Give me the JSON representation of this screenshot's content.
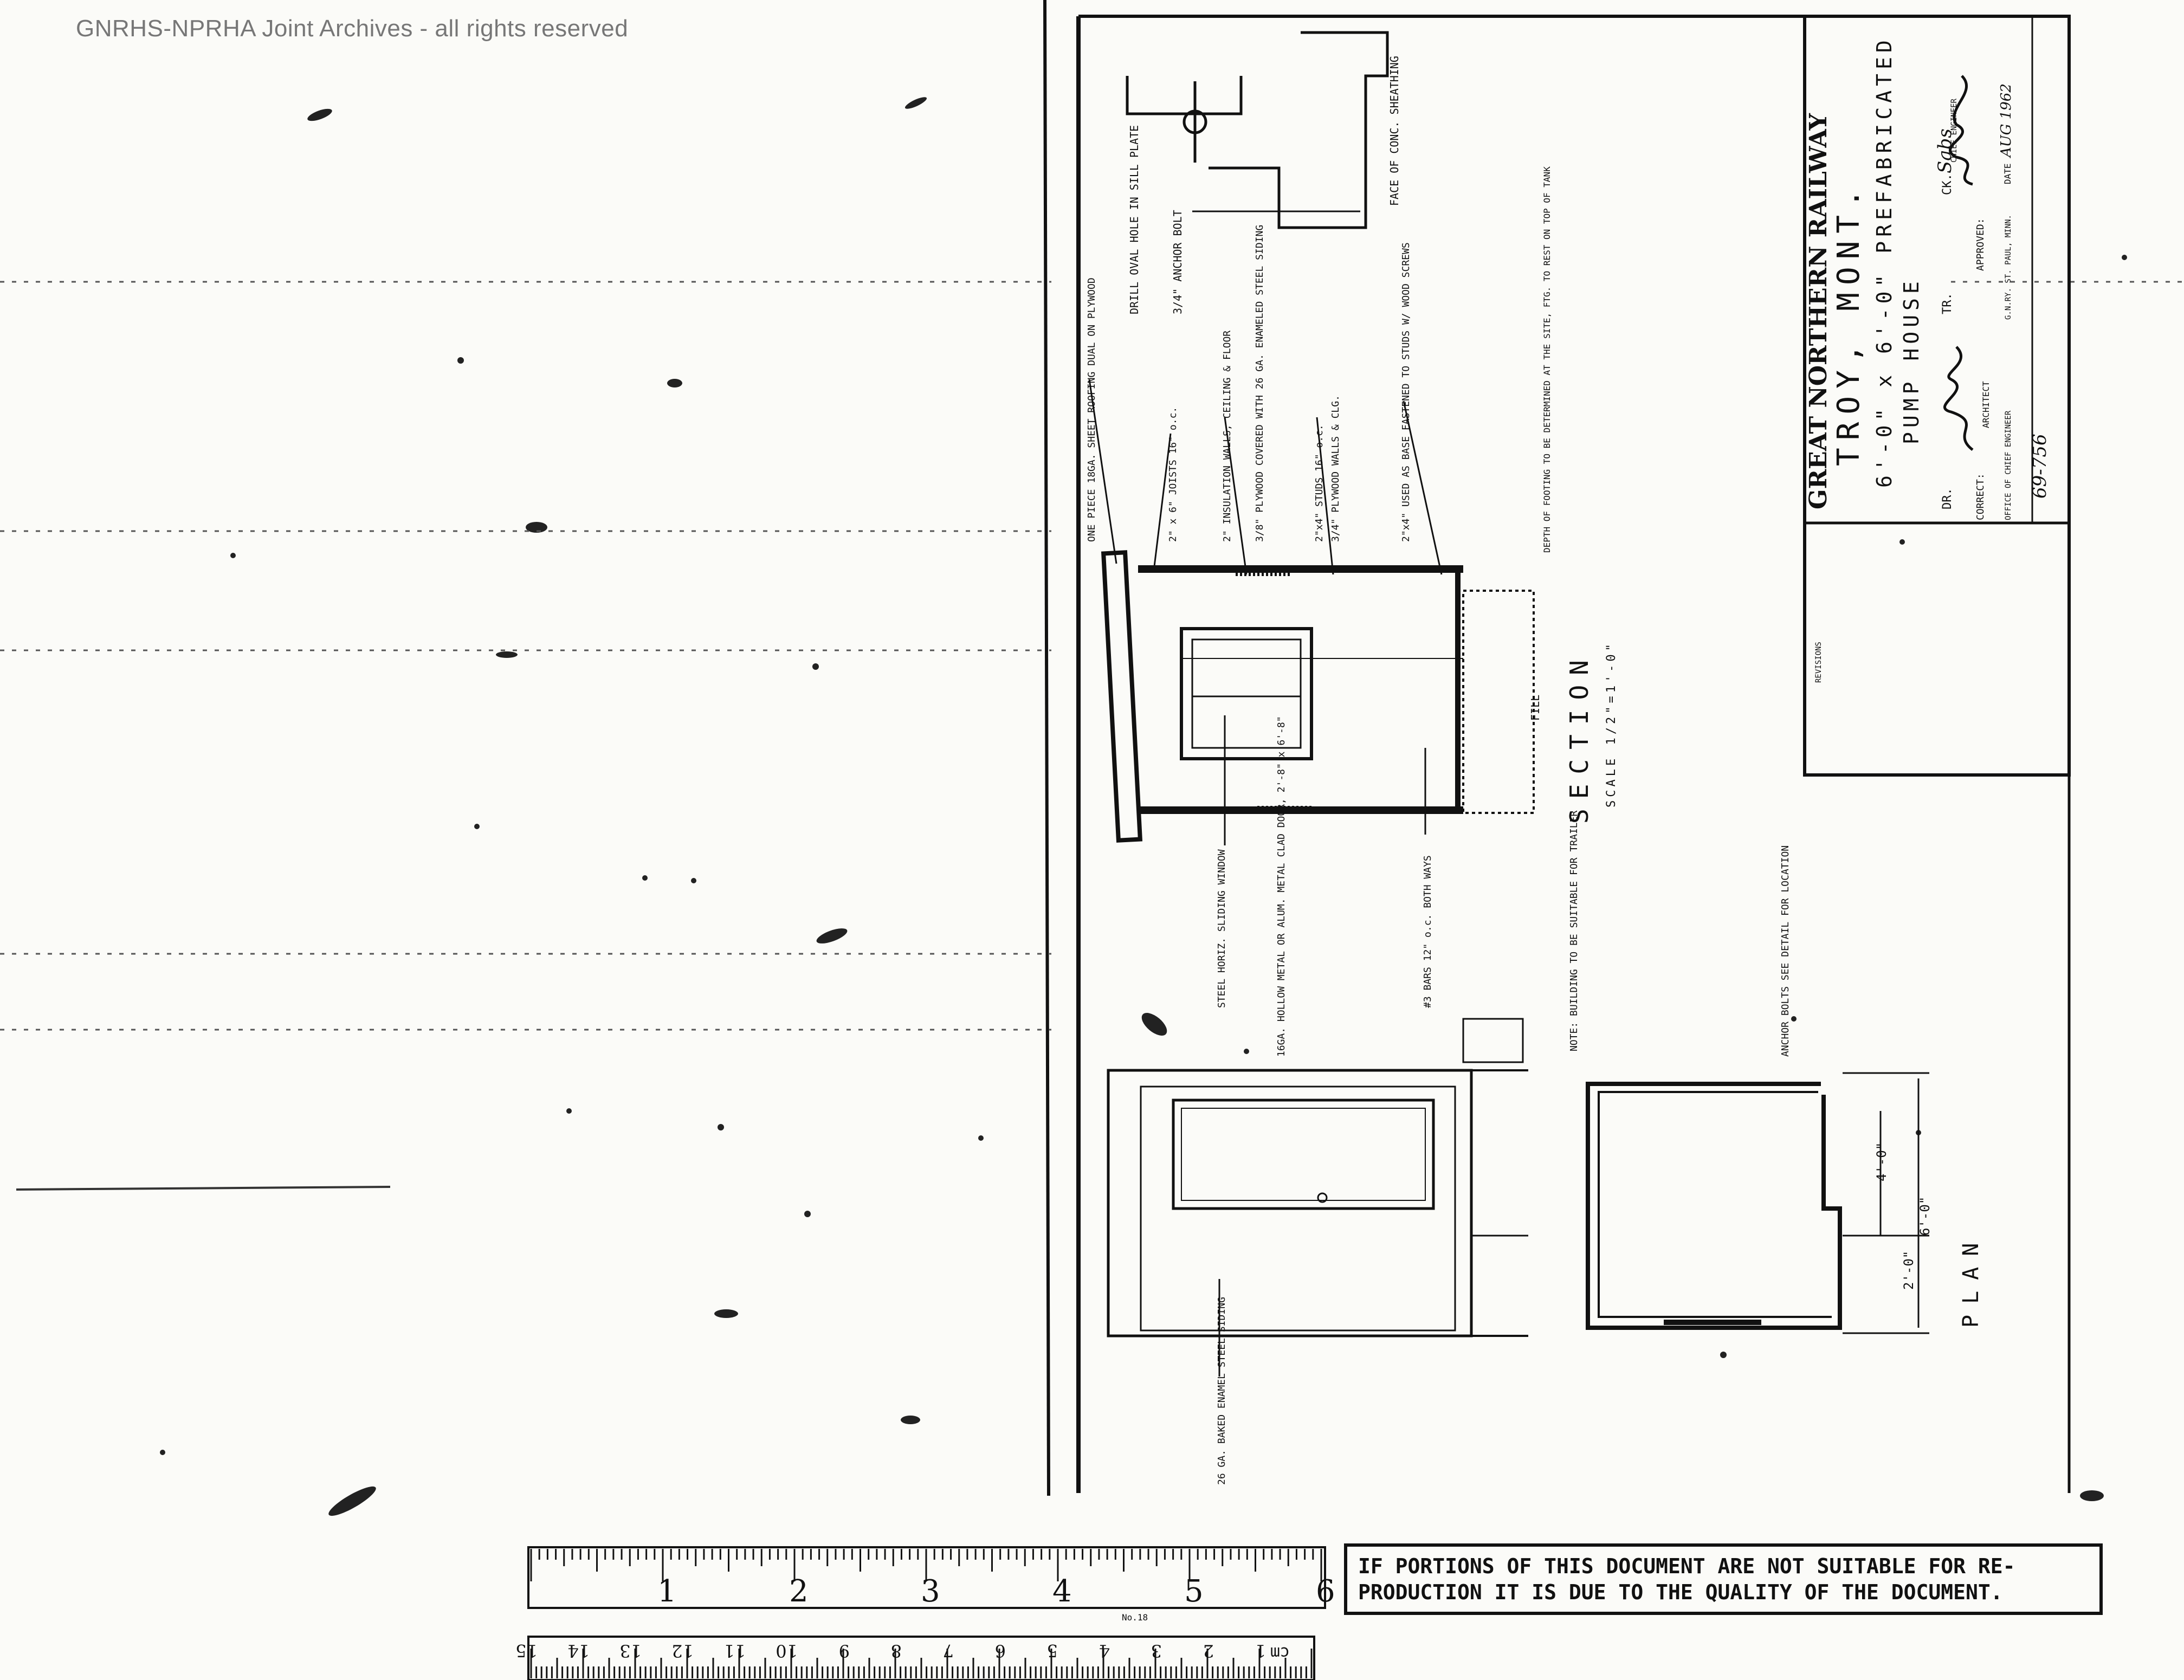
{
  "watermark": "GNRHS-NPRHA Joint Archives - all rights reserved",
  "title_block": {
    "railway": "GREAT NORTHERN RAILWAY",
    "location": "TROY, MONT.",
    "subject": "6'-0\" x 6'-0\" PREFABRICATED",
    "subject2": "PUMP HOUSE",
    "dr_label": "DR.",
    "tr_label": "TR.",
    "ck_label": "CK.",
    "ck_value": "Sabs",
    "correct_label": "CORRECT:",
    "architect_label": "ARCHITECT",
    "approved_label": "APPROVED:",
    "chief_engineer": "CHIEF ENGINEER",
    "office_label": "OFFICE OF CHIEF ENGINEER",
    "city": "G.N.RY. ST. PAUL, MINN.",
    "date_label": "DATE",
    "date_value": "AUG 1962",
    "drawing_no": "69-756",
    "revisions_label": "REVISIONS"
  },
  "section": {
    "title": "SECTION",
    "scale": "SCALE 1/2\"=1'-0\""
  },
  "plan": {
    "title": "PLAN",
    "dim_overall": "6'-0\"",
    "dim_inner": "4'-0\"",
    "dim_door": "2'-0\""
  },
  "notes": [
    "ONE PIECE 18GA. SHEET ROOFING DUAL ON PLYWOOD",
    "2\" x 6\" JOISTS 16\" o.c.",
    "2\" INSULATION WALLS, CEILING & FLOOR",
    "3/8\" PLYWOOD COVERED WITH 26 GA. ENAMELED STEEL SIDING",
    "2\"x4\" STUDS 16\" o.c.",
    "3/4\" PLYWOOD WALLS & CLG.",
    "2\"x4\" USED AS BASE FASTENED TO STUDS W/ WOOD SCREWS",
    "DEPTH OF FOOTING TO BE DETERMINED AT THE SITE, FTG. TO REST ON TOP OF TANK",
    "FILL",
    "STEEL HORIZ. SLIDING WINDOW",
    "16GA. HOLLOW METAL OR ALUM. METAL CLAD DOOR, 2'-8\" x 6'-8\"",
    "#3 BARS 12\" o.c. BOTH WAYS",
    "NOTE: BUILDING TO BE SUITABLE FOR TRAILER",
    "ANCHOR BOLTS SEE DETAIL FOR LOCATION",
    "26 GA. BAKED ENAMEL STEEL SIDING",
    "DRILL OVAL HOLE IN SILL PLATE",
    "3/4\" ANCHOR BOLT",
    "FACE OF CONC. SHEATHING"
  ],
  "ruler": {
    "inches": [
      "1",
      "2",
      "3",
      "4",
      "5",
      "6"
    ],
    "cm": [
      "1",
      "2",
      "3",
      "4",
      "5",
      "6",
      "7",
      "8",
      "9",
      "10",
      "11",
      "12",
      "13",
      "14",
      "15"
    ],
    "cm_unit": "cm",
    "brand": "No.18"
  },
  "disclaimer": {
    "line1": "IF PORTIONS OF THIS DOCUMENT ARE NOT SUITABLE FOR RE-",
    "line2": "PRODUCTION IT IS DUE TO THE QUALITY OF THE DOCUMENT."
  }
}
